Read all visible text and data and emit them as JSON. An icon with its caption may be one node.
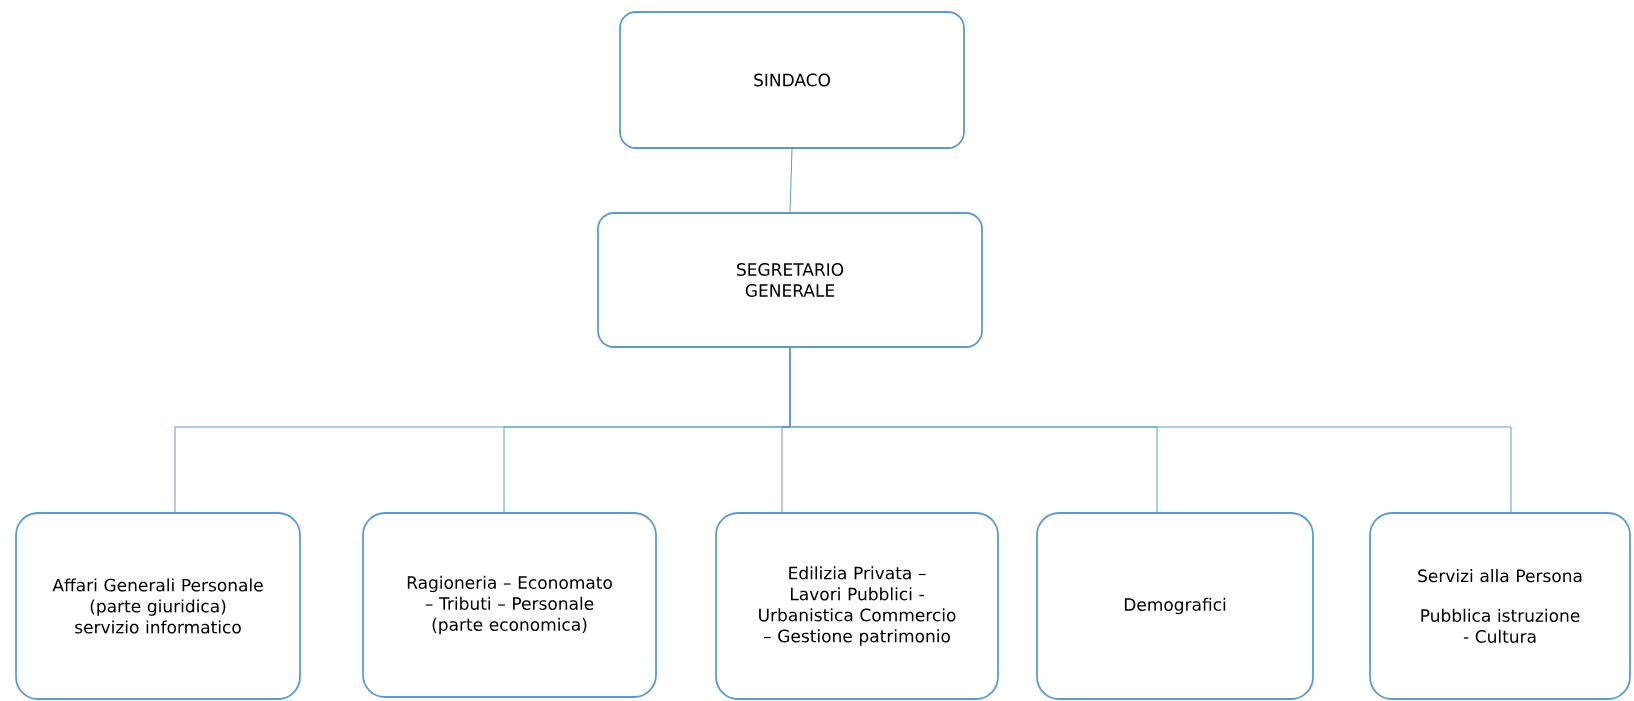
{
  "diagram": {
    "nodes": [
      {
        "text": [
          "SINDACO"
        ]
      },
      {
        "text": [
          "SEGRETARIO GENERALE"
        ]
      },
      {
        "text": [
          "Affari Generali Personale (parte giuridica) servizio informatico"
        ]
      },
      {
        "text": [
          "Ragioneria – Economato – Tributi – Personale (parte economica)"
        ]
      },
      {
        "text": [
          "Edilizia Privata – Lavori Pubblici - Urbanistica Commercio – Gestione patrimonio"
        ]
      },
      {
        "text": [
          "Demografici"
        ]
      },
      {
        "text": [
          "Servizi alla Persona",
          "Pubblica istruzione - Cultura"
        ]
      }
    ],
    "edges": [
      {
        "from": 0,
        "to": 1,
        "arrow": "none"
      },
      {
        "from": 1,
        "to": 2,
        "arrow": "none"
      },
      {
        "from": 1,
        "to": 3,
        "arrow": "none"
      },
      {
        "from": 1,
        "to": 4,
        "arrow": "none"
      },
      {
        "from": 1,
        "to": 5,
        "arrow": "none"
      },
      {
        "from": 1,
        "to": 6,
        "arrow": "none"
      }
    ]
  }
}
